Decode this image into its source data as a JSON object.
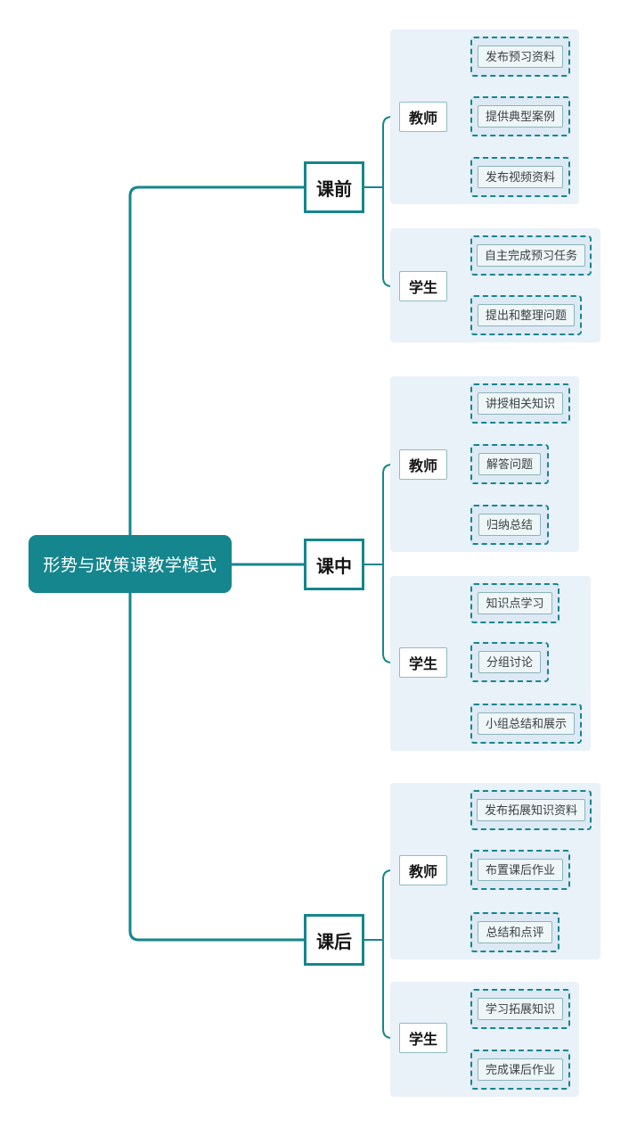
{
  "diagram": {
    "root": {
      "label": "形势与政策课教学模式"
    },
    "branches": [
      {
        "label": "课前",
        "groups": [
          {
            "label": "教师",
            "leaves": [
              "发布预习资料",
              "提供典型案例",
              "发布视频资料"
            ]
          },
          {
            "label": "学生",
            "leaves": [
              "自主完成预习任务",
              "提出和整理问题"
            ]
          }
        ]
      },
      {
        "label": "课中",
        "groups": [
          {
            "label": "教师",
            "leaves": [
              "讲授相关知识",
              "解答问题",
              "归纳总结"
            ]
          },
          {
            "label": "学生",
            "leaves": [
              "知识点学习",
              "分组讨论",
              "小组总结和展示"
            ]
          }
        ]
      },
      {
        "label": "课后",
        "groups": [
          {
            "label": "教师",
            "leaves": [
              "发布拓展知识资料",
              "布置课后作业",
              "总结和点评"
            ]
          },
          {
            "label": "学生",
            "leaves": [
              "学习拓展知识",
              "完成课后作业"
            ]
          }
        ]
      }
    ],
    "colors": {
      "accent": "#15868D",
      "panel_bg": "#E9F1F9",
      "leaf_outer_bg": "#DDE9F4",
      "leaf_inner_bg": "#EEF6F7",
      "leaf_inner_border": "#8CB4BA",
      "group_border": "#8EBEC2",
      "root_text": "#FFFFFF"
    }
  }
}
